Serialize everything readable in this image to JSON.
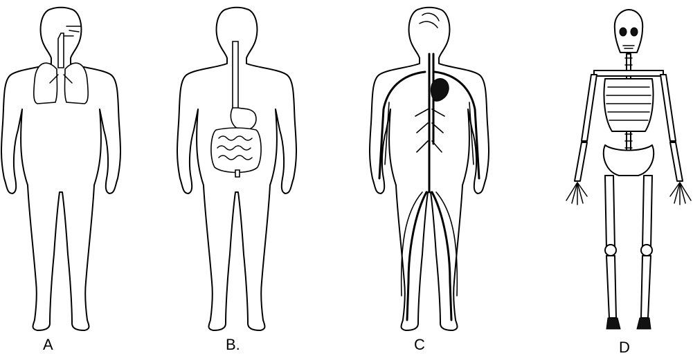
{
  "figures": [
    {
      "label": "A",
      "system": "respiratory"
    },
    {
      "label": "B.",
      "system": "digestive"
    },
    {
      "label": "C",
      "system": "circulatory"
    },
    {
      "label": "D",
      "system": "skeletal"
    }
  ]
}
